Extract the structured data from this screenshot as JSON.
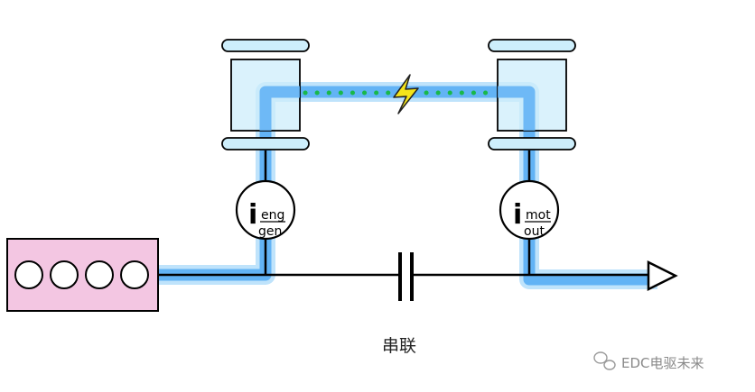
{
  "caption": "串联",
  "watermark": "EDC电驱未来",
  "generator_label": {
    "symbol": "i",
    "top_sub": "eng",
    "bottom_sub": "gen"
  },
  "motor_label": {
    "symbol": "i",
    "top_sub": "mot",
    "bottom_sub": "out"
  },
  "colors": {
    "power_flow": "#62b3f5",
    "power_flow_light": "#bfe3fb",
    "machine_body": "#cdeefb",
    "engine_body": "#f3c6e2",
    "electric_link": "#19b84a",
    "lightning": "#f4e41a",
    "shaft": "#000000"
  }
}
